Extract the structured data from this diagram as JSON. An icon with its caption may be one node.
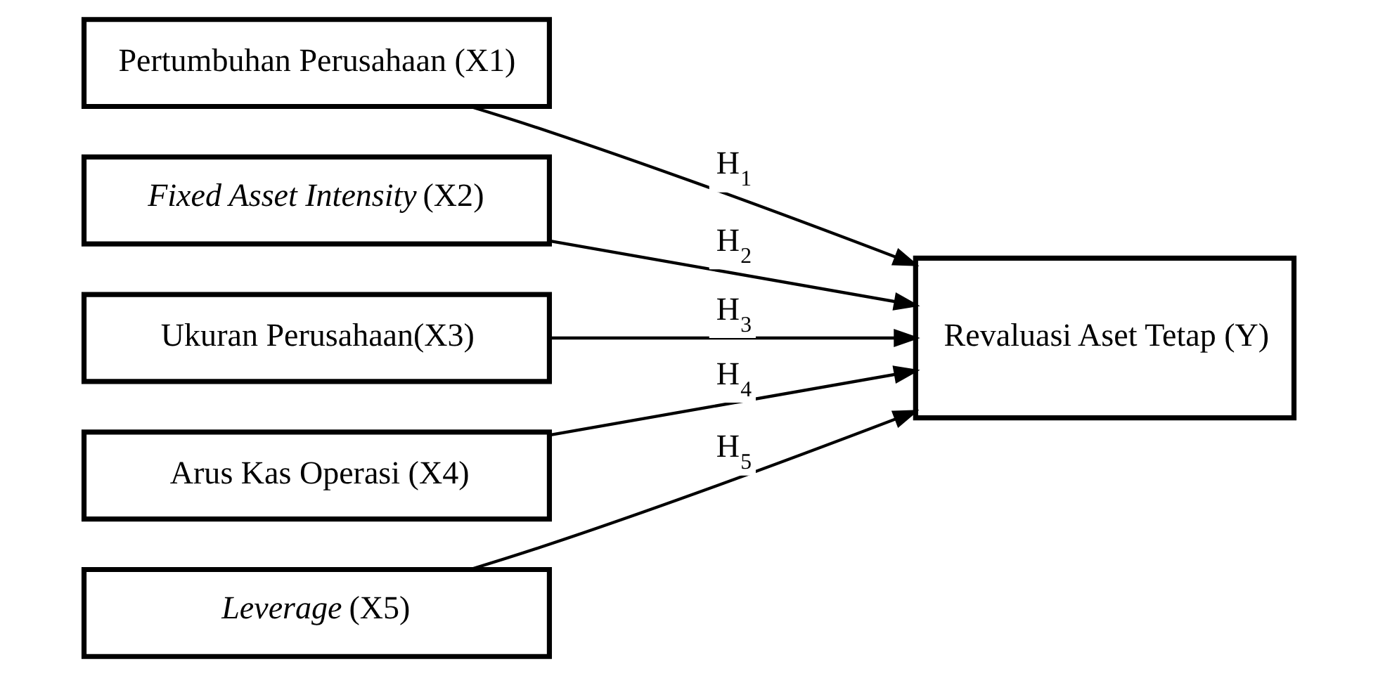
{
  "diagram": {
    "nodes": [
      {
        "text": [
          "Pertumbuhan Perusahaan (X1)"
        ]
      },
      {
        "text": [
          "*Fixed Asset Intensity* (X2)"
        ]
      },
      {
        "text": [
          "Ukuran Perusahaan(X3)"
        ]
      },
      {
        "text": [
          "Arus Kas Operasi (X4)"
        ]
      },
      {
        "text": [
          "*Leverage* (X5)"
        ]
      },
      {
        "text": [
          "Revaluasi Aset Tetap (Y)"
        ]
      }
    ],
    "edges": [
      {
        "from": 0,
        "to": 5,
        "arrow": "to",
        "label": "H$_{1}$"
      },
      {
        "from": 1,
        "to": 5,
        "arrow": "to",
        "label": "H$_{2}$"
      },
      {
        "from": 2,
        "to": 5,
        "arrow": "to",
        "label": "H$_{3}$"
      },
      {
        "from": 3,
        "to": 5,
        "arrow": "to",
        "label": "H$_{4}$"
      },
      {
        "from": 4,
        "to": 5,
        "arrow": "to",
        "label": "H$_{5}$"
      }
    ]
  }
}
